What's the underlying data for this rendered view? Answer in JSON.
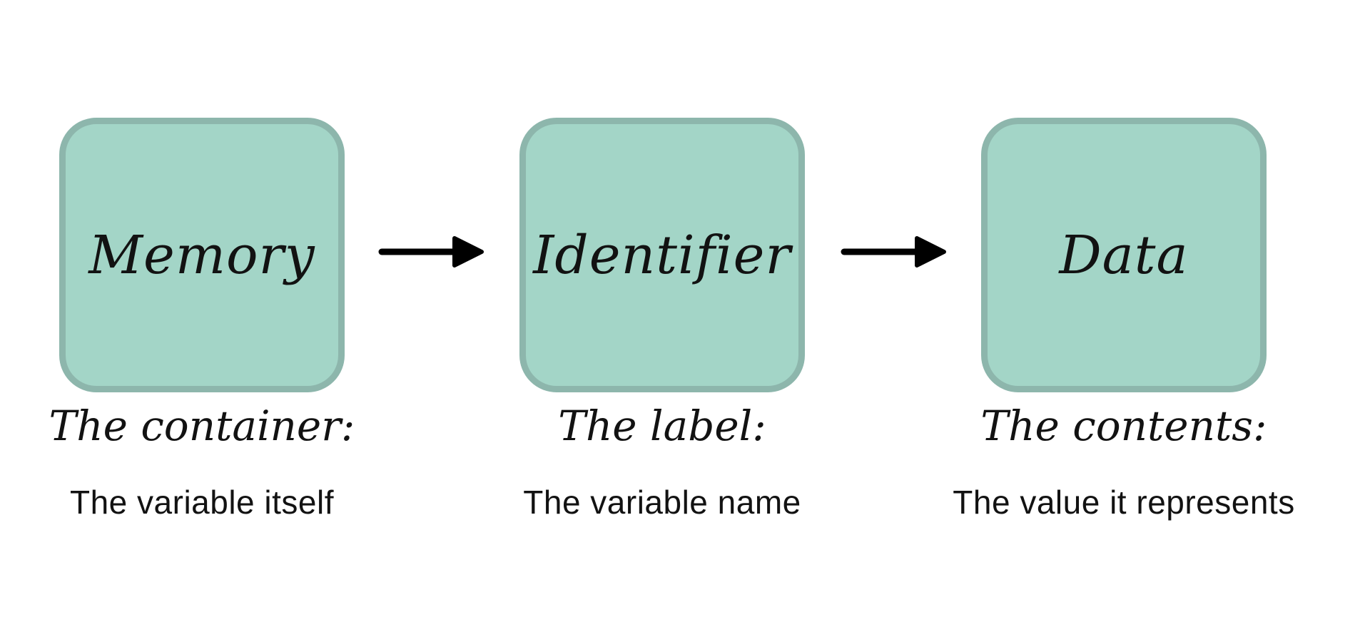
{
  "colors": {
    "background": "#ffffff",
    "box_fill": "#a3d5c7",
    "box_border": "#8db6ac",
    "arrow": "#000000",
    "text": "#121212"
  },
  "diagram": {
    "nodes": [
      {
        "box_label": "Memory",
        "caption_script": "The container:",
        "caption_plain": "The variable itself"
      },
      {
        "box_label": "Identifier",
        "caption_script": "The label:",
        "caption_plain": "The variable name"
      },
      {
        "box_label": "Data",
        "caption_script": "The contents:",
        "caption_plain": "The value it represents"
      }
    ],
    "arrows": [
      {
        "name": "arrow-1"
      },
      {
        "name": "arrow-2"
      }
    ]
  }
}
